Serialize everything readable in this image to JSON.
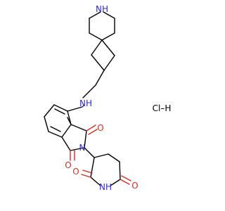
{
  "colors": {
    "nitrogen": "#2b2bd6",
    "oxygen": "#e0281e",
    "carbon": "#000000",
    "background": "#ffffff"
  },
  "atoms": {
    "spiro_nh": "NH",
    "amine_nh": "NH",
    "imide_n": "N",
    "glut_nh": "NH",
    "o_upper": "O",
    "o_lower": "O",
    "o_glut_upper": "O",
    "o_glut_lower": "O",
    "salt": "Cl–H"
  }
}
